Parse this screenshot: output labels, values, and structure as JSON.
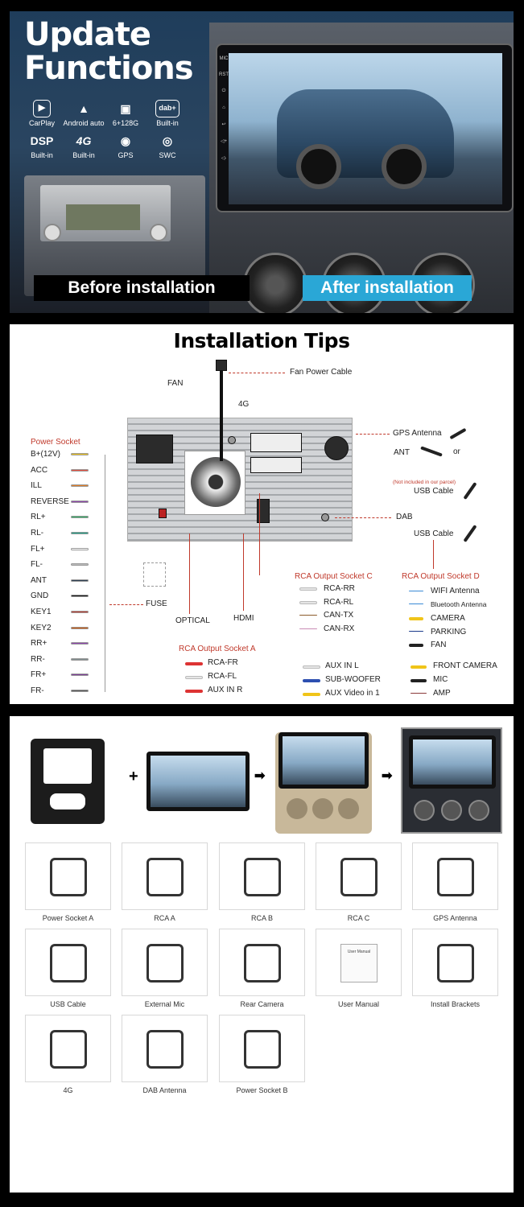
{
  "update_panel": {
    "title_line1": "Update",
    "title_line2": "Functions",
    "features": [
      {
        "icon": "carplay-icon",
        "glyph": "▶",
        "label": "CarPlay"
      },
      {
        "icon": "android-auto-icon",
        "glyph": "▲",
        "label": "Android auto"
      },
      {
        "icon": "chip-icon",
        "glyph": "▣",
        "label": "6+128G"
      },
      {
        "icon": "dab-icon",
        "glyph": "dab+",
        "label": "Built-in"
      },
      {
        "icon": "dsp-icon",
        "glyph": "DSP",
        "label": "Built-in"
      },
      {
        "icon": "4g-icon",
        "glyph": "4G",
        "label": "Built-in"
      },
      {
        "icon": "gps-icon",
        "glyph": "◉",
        "label": "GPS"
      },
      {
        "icon": "swc-icon",
        "glyph": "◎",
        "label": "SWC"
      }
    ],
    "before_label": "Before installation",
    "after_label": "After installation",
    "side_buttons": [
      "MIC",
      "RST",
      "⏻",
      "⌂",
      "↩",
      "◁+",
      "◁-"
    ],
    "colors": {
      "after_badge": "#2aa7d6",
      "before_badge": "#000000"
    }
  },
  "installation_tips": {
    "title": "Installation Tips",
    "fan": "FAN",
    "fan_power_cable": "Fan Power Cable",
    "4g": "4G",
    "gps_antenna": "GPS Antenna",
    "ant": "ANT",
    "or": "or",
    "not_included": "(Not included in our parcel)",
    "usb_cable_1": "USB Cable",
    "dab": "DAB",
    "usb_cable_2": "USB Cable",
    "power_socket": "Power Socket",
    "power_pins": [
      "B+(12V)",
      "ACC",
      "ILL",
      "REVERSE",
      "RL+",
      "RL-",
      "FL+",
      "FL-",
      "ANT",
      "GND",
      "KEY1",
      "KEY2",
      "RR+",
      "RR-",
      "FR+",
      "FR-"
    ],
    "fuse": "FUSE",
    "optical": "OPTICAL",
    "hdmi": "HDMI",
    "rca_c": {
      "title": "RCA Output Socket C",
      "items": [
        "RCA-RR",
        "RCA-RL",
        "CAN-TX",
        "CAN-RX"
      ]
    },
    "rca_d": {
      "title": "RCA Output Socket D",
      "items": [
        "WIFI Antenna",
        "Bluetooth Antenna",
        "CAMERA",
        "PARKING",
        "FAN"
      ]
    },
    "rca_a": {
      "title": "RCA Output Socket A",
      "items": [
        "RCA-FR",
        "RCA-FL",
        "AUX IN R"
      ]
    },
    "aux": [
      "AUX IN L",
      "SUB-WOOFER",
      "AUX Video in 1"
    ],
    "extra": [
      "FRONT CAMERA",
      "MIC",
      "AMP"
    ]
  },
  "package_panel": {
    "operators": [
      "+",
      "➡",
      "➡"
    ],
    "accessories": [
      "Power Socket A",
      "RCA  A",
      "RCA  B",
      "RCA  C",
      "GPS Antenna",
      "USB Cable",
      "External Mic",
      "Rear Camera",
      "User Manual",
      "Install Brackets",
      "4G",
      "DAB Antenna",
      "Power Socket B"
    ],
    "manual_cover": "User Manual"
  }
}
